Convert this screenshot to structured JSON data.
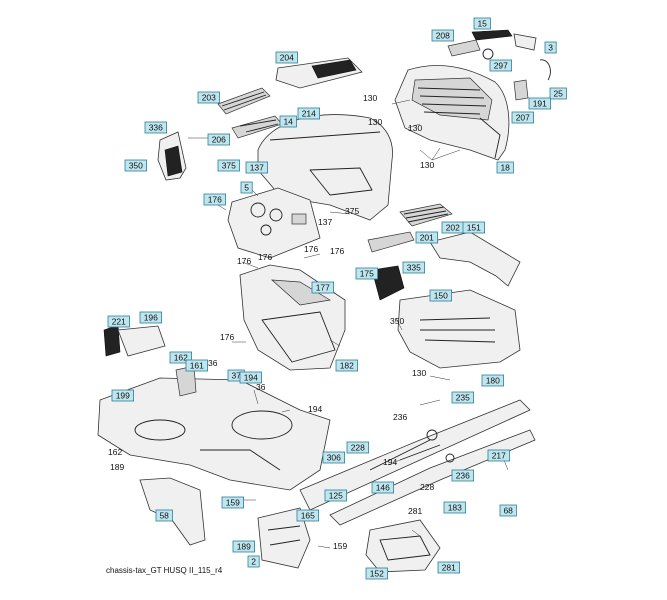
{
  "caption": "chassis-tax_GT HUSQ II_115_r4",
  "boxed_labels": [
    {
      "text": "15"
    },
    {
      "text": "208"
    },
    {
      "text": "3"
    },
    {
      "text": "297"
    },
    {
      "text": "25"
    },
    {
      "text": "191"
    },
    {
      "text": "207"
    },
    {
      "text": "204"
    },
    {
      "text": "203"
    },
    {
      "text": "214"
    },
    {
      "text": "14"
    },
    {
      "text": "206"
    },
    {
      "text": "336"
    },
    {
      "text": "350"
    },
    {
      "text": "375"
    },
    {
      "text": "137"
    },
    {
      "text": "5"
    },
    {
      "text": "18"
    },
    {
      "text": "176"
    },
    {
      "text": "202"
    },
    {
      "text": "201"
    },
    {
      "text": "151"
    },
    {
      "text": "175"
    },
    {
      "text": "177"
    },
    {
      "text": "335"
    },
    {
      "text": "150"
    },
    {
      "text": "221"
    },
    {
      "text": "196"
    },
    {
      "text": "162"
    },
    {
      "text": "199"
    },
    {
      "text": "161"
    },
    {
      "text": "37"
    },
    {
      "text": "194"
    },
    {
      "text": "182"
    },
    {
      "text": "235"
    },
    {
      "text": "180"
    },
    {
      "text": "228"
    },
    {
      "text": "306"
    },
    {
      "text": "146"
    },
    {
      "text": "125"
    },
    {
      "text": "236"
    },
    {
      "text": "217"
    },
    {
      "text": "183"
    },
    {
      "text": "68"
    },
    {
      "text": "58"
    },
    {
      "text": "159"
    },
    {
      "text": "189"
    },
    {
      "text": "165"
    },
    {
      "text": "152"
    },
    {
      "text": "281"
    },
    {
      "text": "2"
    }
  ],
  "plain_labels": [
    {
      "text": "130"
    },
    {
      "text": "130"
    },
    {
      "text": "130"
    },
    {
      "text": "130"
    },
    {
      "text": "375"
    },
    {
      "text": "137"
    },
    {
      "text": "176"
    },
    {
      "text": "176"
    },
    {
      "text": "176"
    },
    {
      "text": "176"
    },
    {
      "text": "350"
    },
    {
      "text": "130"
    },
    {
      "text": "36"
    },
    {
      "text": "36"
    },
    {
      "text": "194"
    },
    {
      "text": "162"
    },
    {
      "text": "189"
    },
    {
      "text": "236"
    },
    {
      "text": "194"
    },
    {
      "text": "228"
    },
    {
      "text": "281"
    },
    {
      "text": "159"
    },
    {
      "text": "176"
    }
  ]
}
